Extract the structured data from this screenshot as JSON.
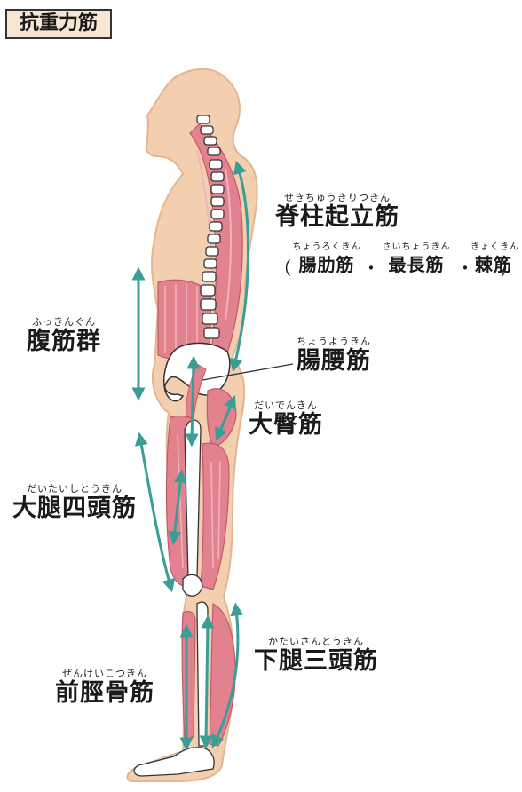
{
  "title": "抗重力筋",
  "colors": {
    "skin": "#f3cfb0",
    "skin_edge": "#e2b593",
    "muscle": "#e2828f",
    "muscle_light": "#f2b4bb",
    "bone": "#ffffff",
    "bone_edge": "#333333",
    "arrow": "#3a9d96",
    "title_bg": "#f6e6d2"
  },
  "muscles": [
    {
      "id": "spinal",
      "ruby": "せきちゅうきりつきん",
      "name": "脊柱起立筋",
      "sub": [
        {
          "ruby": "ちょうろくきん",
          "name": "腸肋筋"
        },
        {
          "ruby": "さいちょうきん",
          "name": "最長筋"
        },
        {
          "ruby": "きょくきん",
          "name": "棘筋"
        }
      ],
      "sub_open": "（",
      "sub_sep": "・",
      "sub_close": "）"
    },
    {
      "id": "abdominal",
      "ruby": "ふっきんぐん",
      "name": "腹筋群"
    },
    {
      "id": "iliopsoas",
      "ruby": "ちょうようきん",
      "name": "腸腰筋"
    },
    {
      "id": "gluteus",
      "ruby": "だいでんきん",
      "name": "大臀筋"
    },
    {
      "id": "quadriceps",
      "ruby": "だいたいしとうきん",
      "name": "大腿四頭筋"
    },
    {
      "id": "triceps-surae",
      "ruby": "かたいさんとうきん",
      "name": "下腿三頭筋"
    },
    {
      "id": "tibialis",
      "ruby": "ぜんけいこつきん",
      "name": "前脛骨筋"
    }
  ],
  "icons": {
    "arrow": "double-headed-arrow-icon"
  }
}
